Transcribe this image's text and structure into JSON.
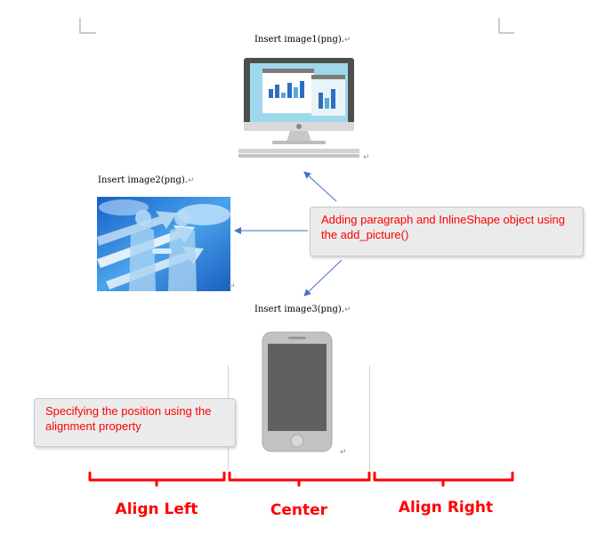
{
  "document": {
    "paragraphs": [
      {
        "text": "Insert image1(png).",
        "mark": "↵"
      },
      {
        "text": "Insert image2(png).",
        "mark": "↵"
      },
      {
        "text": "Insert image3(png).",
        "mark": "↵"
      }
    ],
    "image_marks": [
      "↵",
      "↵",
      "↵"
    ],
    "images": [
      {
        "icon": "desktop-computer-icon"
      },
      {
        "icon": "business-handshake-photo"
      },
      {
        "icon": "smartphone-icon"
      }
    ]
  },
  "callouts": {
    "add_picture": "Adding paragraph and InlineShape object using the add_picture()",
    "alignment": "Specifying the position using the alignment property"
  },
  "alignment_labels": {
    "left": "Align Left",
    "center": "Center",
    "right": "Align Right"
  },
  "colors": {
    "annotation_red": "#ff0000",
    "arrow_blue": "#4472c4",
    "callout_fill": "#ebebeb"
  }
}
